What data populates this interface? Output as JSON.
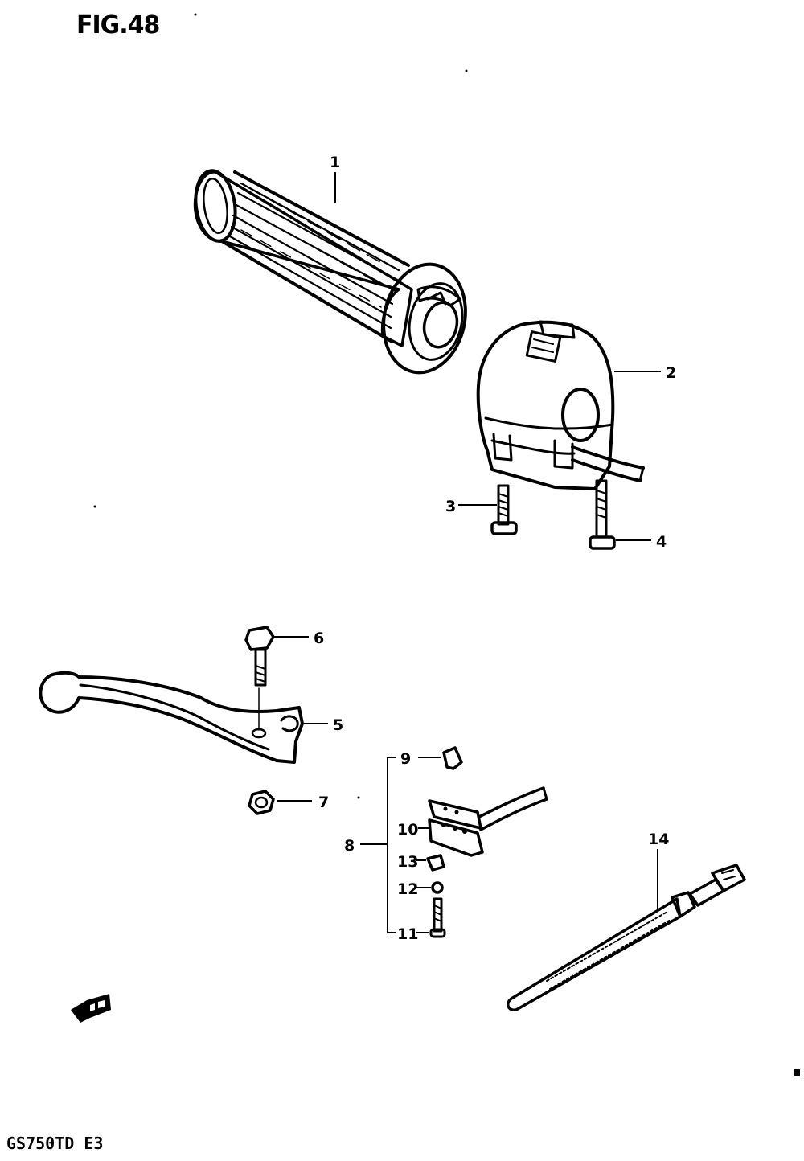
{
  "figure": {
    "title": "FIG.48",
    "model_code": "GS750TD  E3"
  },
  "callouts": [
    "1",
    "2",
    "3",
    "4",
    "5",
    "6",
    "7",
    "8",
    "9",
    "10",
    "11",
    "12",
    "13",
    "14"
  ],
  "icons": {
    "forward_arrow": "fwd-arrow-icon"
  },
  "colors": {
    "ink": "#000000",
    "paper": "#ffffff"
  }
}
